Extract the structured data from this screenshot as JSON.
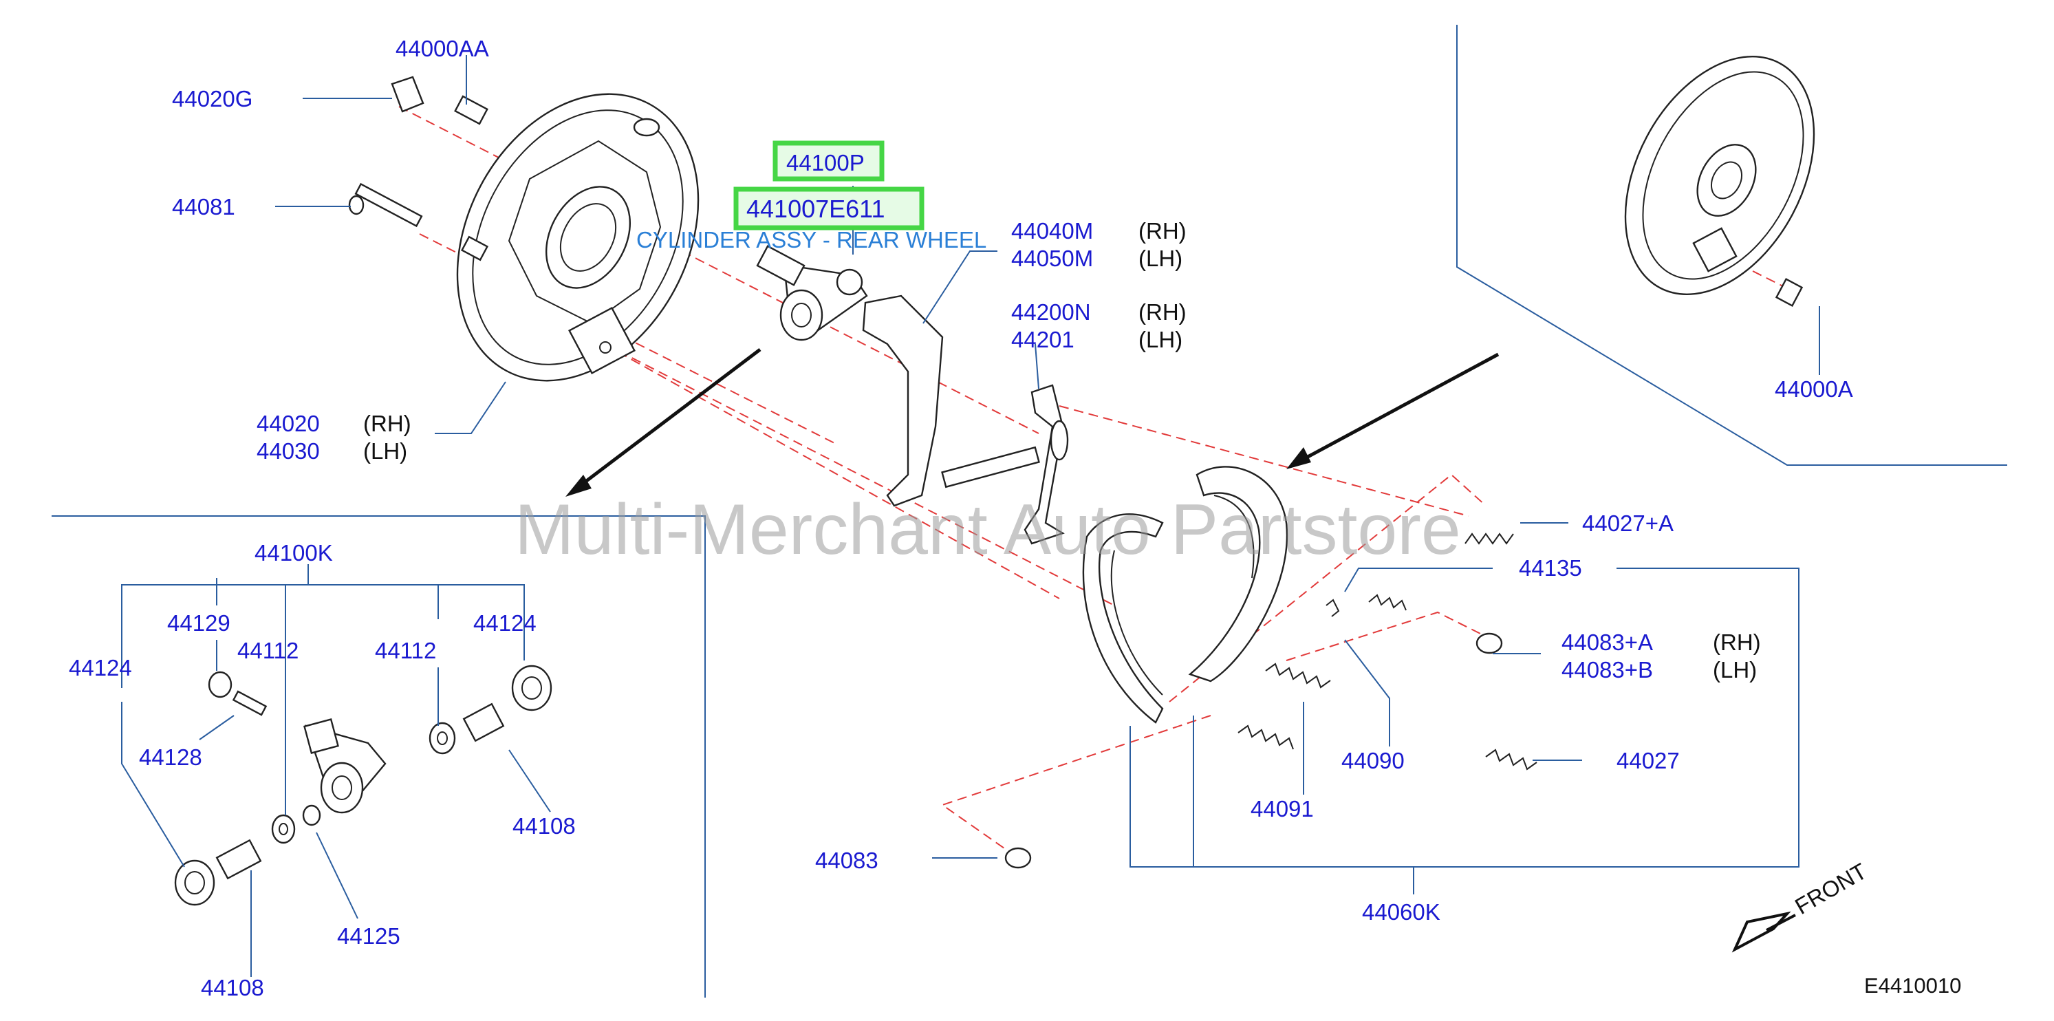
{
  "diagram": {
    "watermark": "Multi-Merchant Auto Partstore",
    "highlight": {
      "part_top": "44100P",
      "part_main": "441007E611",
      "description": "CYLINDER ASSY - REAR WHEEL"
    },
    "labels": {
      "p44000AA": "44000AA",
      "p44020G": "44020G",
      "p44081": "44081",
      "p44020": "44020",
      "p44030": "44030",
      "p44040M": "44040M",
      "p44050M": "44050M",
      "p44200N": "44200N",
      "p44201": "44201",
      "p44000A": "44000A",
      "p44027A": "44027+A",
      "p44135": "44135",
      "p44083A": "44083+A",
      "p44083B": "44083+B",
      "p44027": "44027",
      "p44090": "44090",
      "p44091": "44091",
      "p44083": "44083",
      "p44060K": "44060K",
      "p44100K": "44100K",
      "p44129": "44129",
      "p44112a": "44112",
      "p44112b": "44112",
      "p44124a": "44124",
      "p44124b": "44124",
      "p44128": "44128",
      "p44108a": "44108",
      "p44108b": "44108",
      "p44125": "44125"
    },
    "sides": {
      "rh1": "(RH)",
      "lh1": "(LH)",
      "rh2": "(RH)",
      "lh2": "(LH)",
      "rh3": "(RH)",
      "lh3": "(LH)",
      "rh4": "(RH)",
      "lh4": "(LH)"
    },
    "front_label": "FRONT",
    "diagram_code": "E4410010",
    "colors": {
      "part_number": "#1a1ad0",
      "leader_line": "#2a5d9f",
      "center_line": "#e23a3a",
      "highlight_border": "#45d645",
      "description": "#2a7fd6"
    }
  }
}
